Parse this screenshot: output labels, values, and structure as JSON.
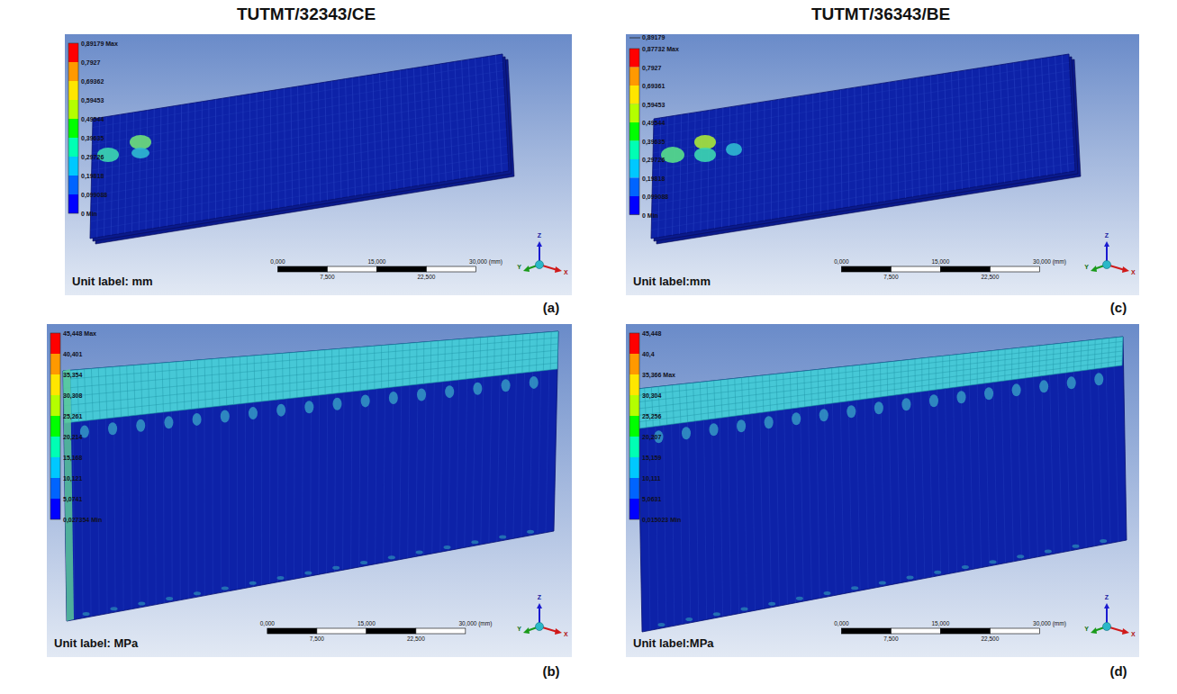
{
  "diagram": {
    "labels": [
      "TUTMT/32343/CE",
      "TUTMT/36343/BE",
      "0,89179 Max",
      "0,7927",
      "0,69362",
      "0,59453",
      "0,49544",
      "0,39635",
      "0,29726",
      "0,19818",
      "0,099088",
      "0 Min",
      "Unit label: mm",
      "0,000",
      "15,000",
      "30,000 (mm)",
      "7,500",
      "22,500",
      "Z",
      "Y",
      "X",
      "(a)",
      "0,89179",
      "0,87732 Max",
      "0,7927",
      "0,69361",
      "0,59453",
      "0,49544",
      "0,39635",
      "0,29726",
      "0,19818",
      "0,099088",
      "0 Min",
      "Unit label:mm",
      "0,000",
      "15,000",
      "30,000 (mm)",
      "7,500",
      "22,500",
      "Z",
      "Y",
      "X",
      "(c)",
      "45,448 Max",
      "40,401",
      "35,354",
      "30,308",
      "25,261",
      "20,214",
      "15,168",
      "10,121",
      "5,0741",
      "0,027354 Min",
      "Unit label: MPa",
      "0,000",
      "15,000",
      "30,000 (mm)",
      "7,500",
      "22,500",
      "Z",
      "Y",
      "X",
      "(b)",
      "45,448",
      "40,4",
      "35,366 Max",
      "30,304",
      "25,256",
      "20,207",
      "15,159",
      "10,111",
      "5,0631",
      "0,015023 Min",
      "Unit label:MPa",
      "0,000",
      "15,000",
      "30,000 (mm)",
      "7,500",
      "22,500",
      "Z",
      "Y",
      "X",
      "(d)"
    ]
  }
}
